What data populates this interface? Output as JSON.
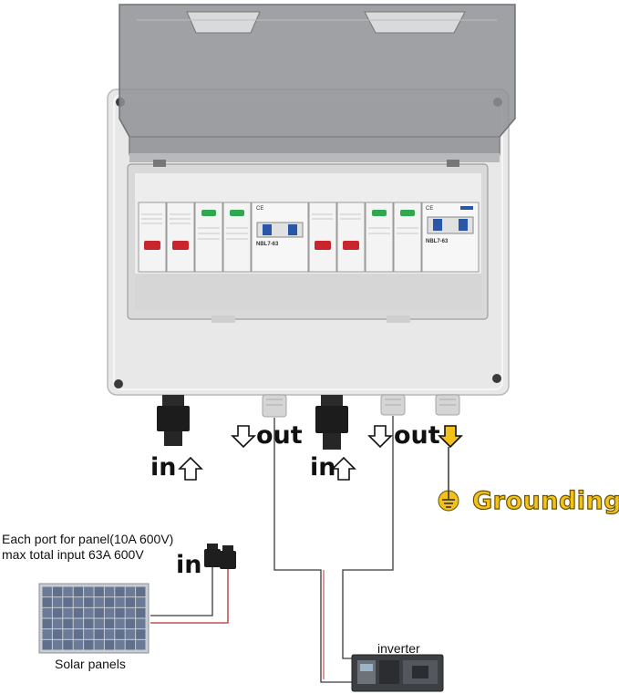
{
  "labels": {
    "out_1": "out",
    "out_2": "out",
    "in_1": "in",
    "in_2": "in",
    "in_3": "in",
    "grounding": "Grounding",
    "spec_line_1": "Each port for panel(10A 600V)",
    "spec_line_2": "max total input 63A 600V",
    "solar_panels": "Solar panels",
    "inverter": "inverter"
  },
  "breakers": {
    "b1_model": "NBL7-63",
    "b1_code": "CE",
    "b2_model": "NBL7-63",
    "b2_code": "CE"
  },
  "colors": {
    "grounding_fill": "#f2c21b",
    "ground_arrow": "#f2c21b",
    "pv_wire_red": "#b03030",
    "enclosure": "#e9e9e9",
    "cover": "#8d8f92"
  }
}
